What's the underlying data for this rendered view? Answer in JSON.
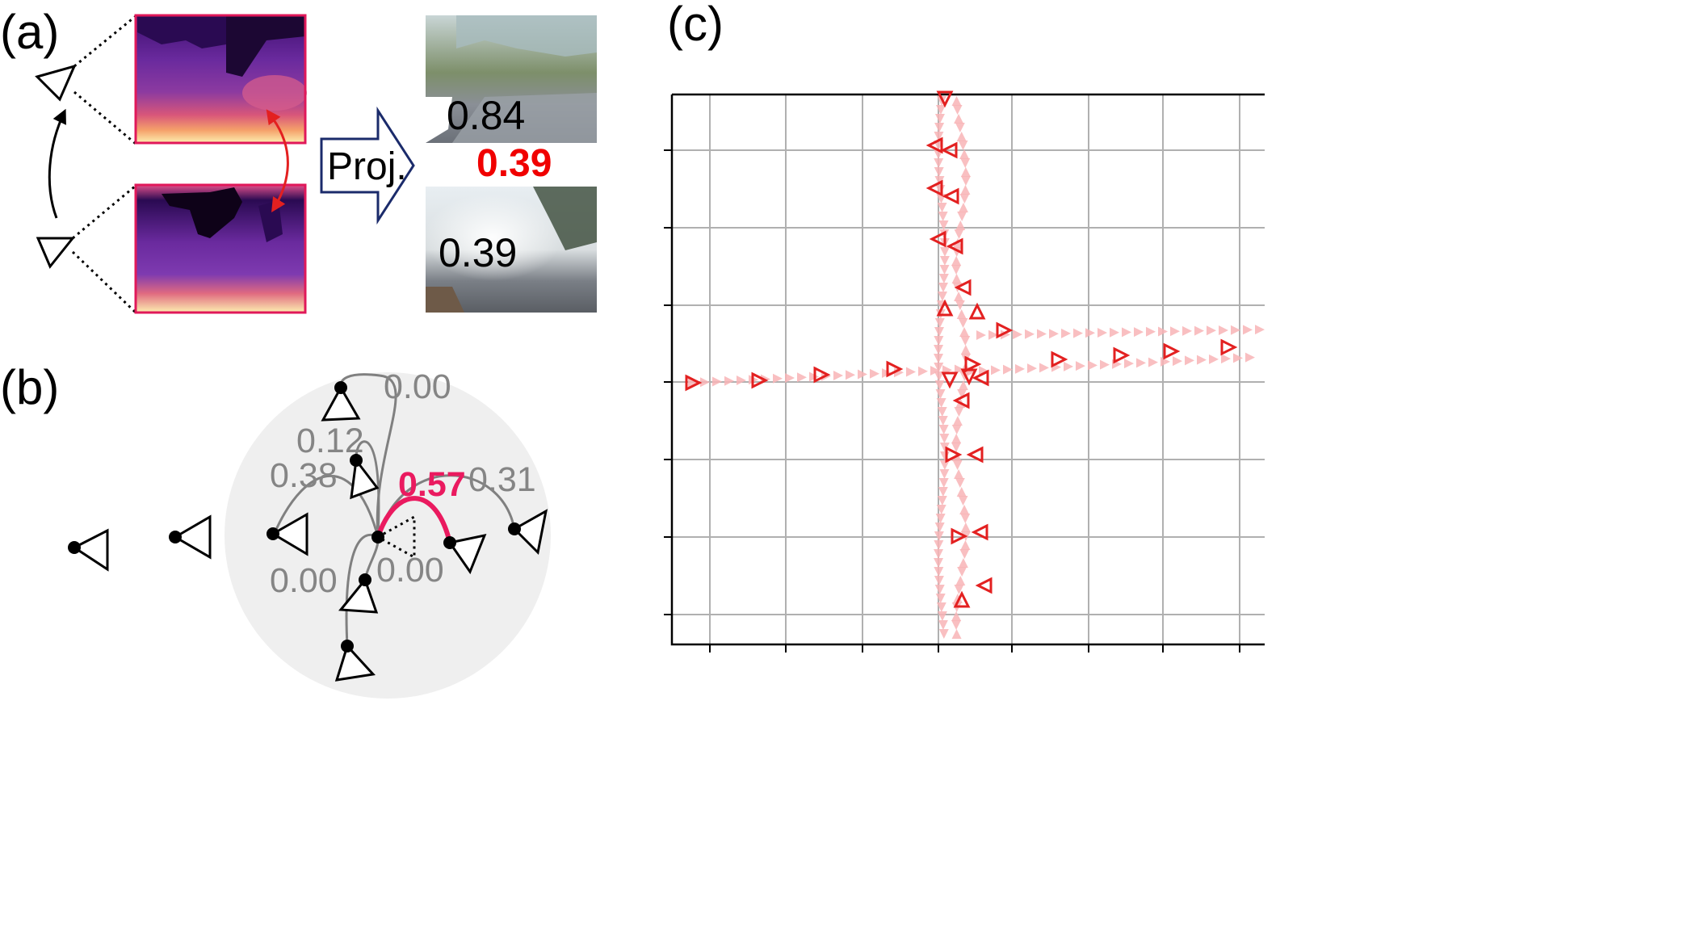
{
  "panels": {
    "a": {
      "label": "(a)",
      "projection_label": "Proj.",
      "score_top": "0.84",
      "score_bottom": "0.39",
      "score_highlight": "0.39"
    },
    "b": {
      "label": "(b)",
      "edge_weights": [
        "0.00",
        "0.12",
        "0.38",
        "0.57",
        "0.31",
        "0.00",
        "0.00"
      ],
      "highlight_weight": "0.57"
    },
    "c": {
      "label": "(c)"
    }
  },
  "colors": {
    "accent_red": "#f00000",
    "highlight_pink": "#ea1a5f",
    "edge_gray": "#808080",
    "grid_gray": "#b0b0b0",
    "trail_pink": "#f8b4b6",
    "neighborhood_gray": "#efefef",
    "arrow_fill": "#ffffff",
    "arrow_stroke": "#1b2b6b"
  },
  "chart_data": {
    "type": "scatter",
    "title": "",
    "xlabel": "",
    "ylabel": "",
    "grid": true,
    "tick_labels": false,
    "series": [
      {
        "marker": "triangle",
        "x": [
          45,
          53,
          62,
          71,
          84,
          92,
          100,
          108,
          117,
          127,
          136,
          144,
          153,
          162,
          170,
          178,
          187,
          193
        ],
        "y": [
          53,
          53,
          53,
          53,
          54,
          55,
          55,
          56,
          57,
          58,
          59,
          60,
          61,
          63,
          64,
          65,
          66,
          68
        ]
      }
    ]
  }
}
